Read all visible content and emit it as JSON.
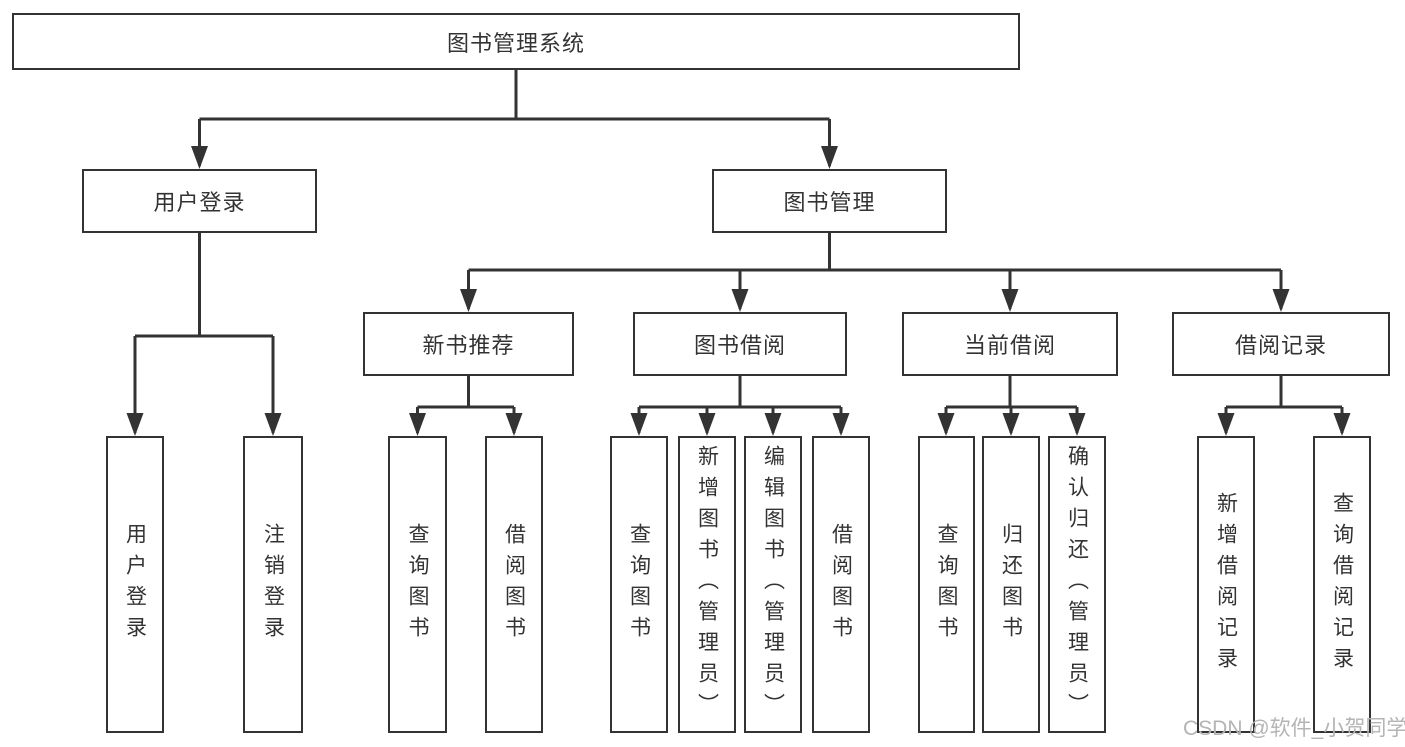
{
  "diagram_type": "hierarchy",
  "colors": {
    "line": "#333333",
    "text": "#333333",
    "box_background": "#ffffff",
    "watermark": "#b4b4b4"
  },
  "tree": {
    "label": "图书管理系统",
    "children": [
      {
        "label": "用户登录",
        "children": [
          {
            "label": "用户登录"
          },
          {
            "label": "注销登录"
          }
        ]
      },
      {
        "label": "图书管理",
        "children": [
          {
            "label": "新书推荐",
            "children": [
              {
                "label": "查询图书"
              },
              {
                "label": "借阅图书"
              }
            ]
          },
          {
            "label": "图书借阅",
            "children": [
              {
                "label": "查询图书"
              },
              {
                "label": "新增图书（管理员）"
              },
              {
                "label": "编辑图书（管理员）"
              },
              {
                "label": "借阅图书"
              }
            ]
          },
          {
            "label": "当前借阅",
            "children": [
              {
                "label": "查询图书"
              },
              {
                "label": "归还图书"
              },
              {
                "label": "确认归还（管理员）"
              }
            ]
          },
          {
            "label": "借阅记录",
            "children": [
              {
                "label": "新增借阅记录"
              },
              {
                "label": "查询借阅记录"
              }
            ]
          }
        ]
      }
    ]
  },
  "watermark": "CSDN @软件_小贺同学"
}
